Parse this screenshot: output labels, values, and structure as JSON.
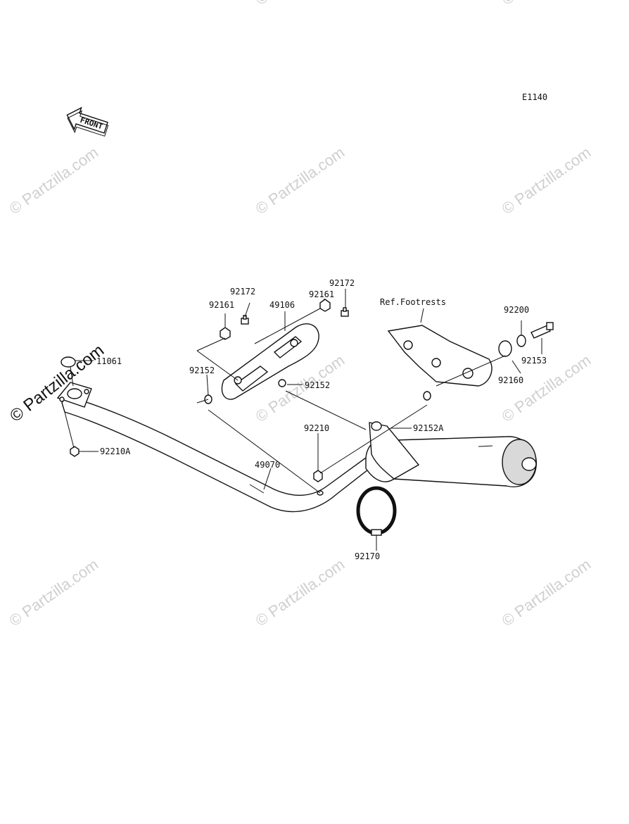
{
  "diagram_code": "E1140",
  "front_arrow": {
    "label": "FRONT",
    "icon": "front-direction-arrow"
  },
  "reference_note": "Ref.Footrests",
  "watermark": "© Partzilla.com",
  "part_labels": {
    "p11061": "11061",
    "p92210A": "92210A",
    "p49070": "49070",
    "p92152_left": "92152",
    "p92161_left": "92161",
    "p92172_left": "92172",
    "p49106": "49106",
    "p92161_right": "92161",
    "p92172_right": "92172",
    "p92152_mid": "92152",
    "p92210": "92210",
    "p92152A": "92152A",
    "p92200": "92200",
    "p92153": "92153",
    "p92160": "92160",
    "p92170": "92170"
  }
}
